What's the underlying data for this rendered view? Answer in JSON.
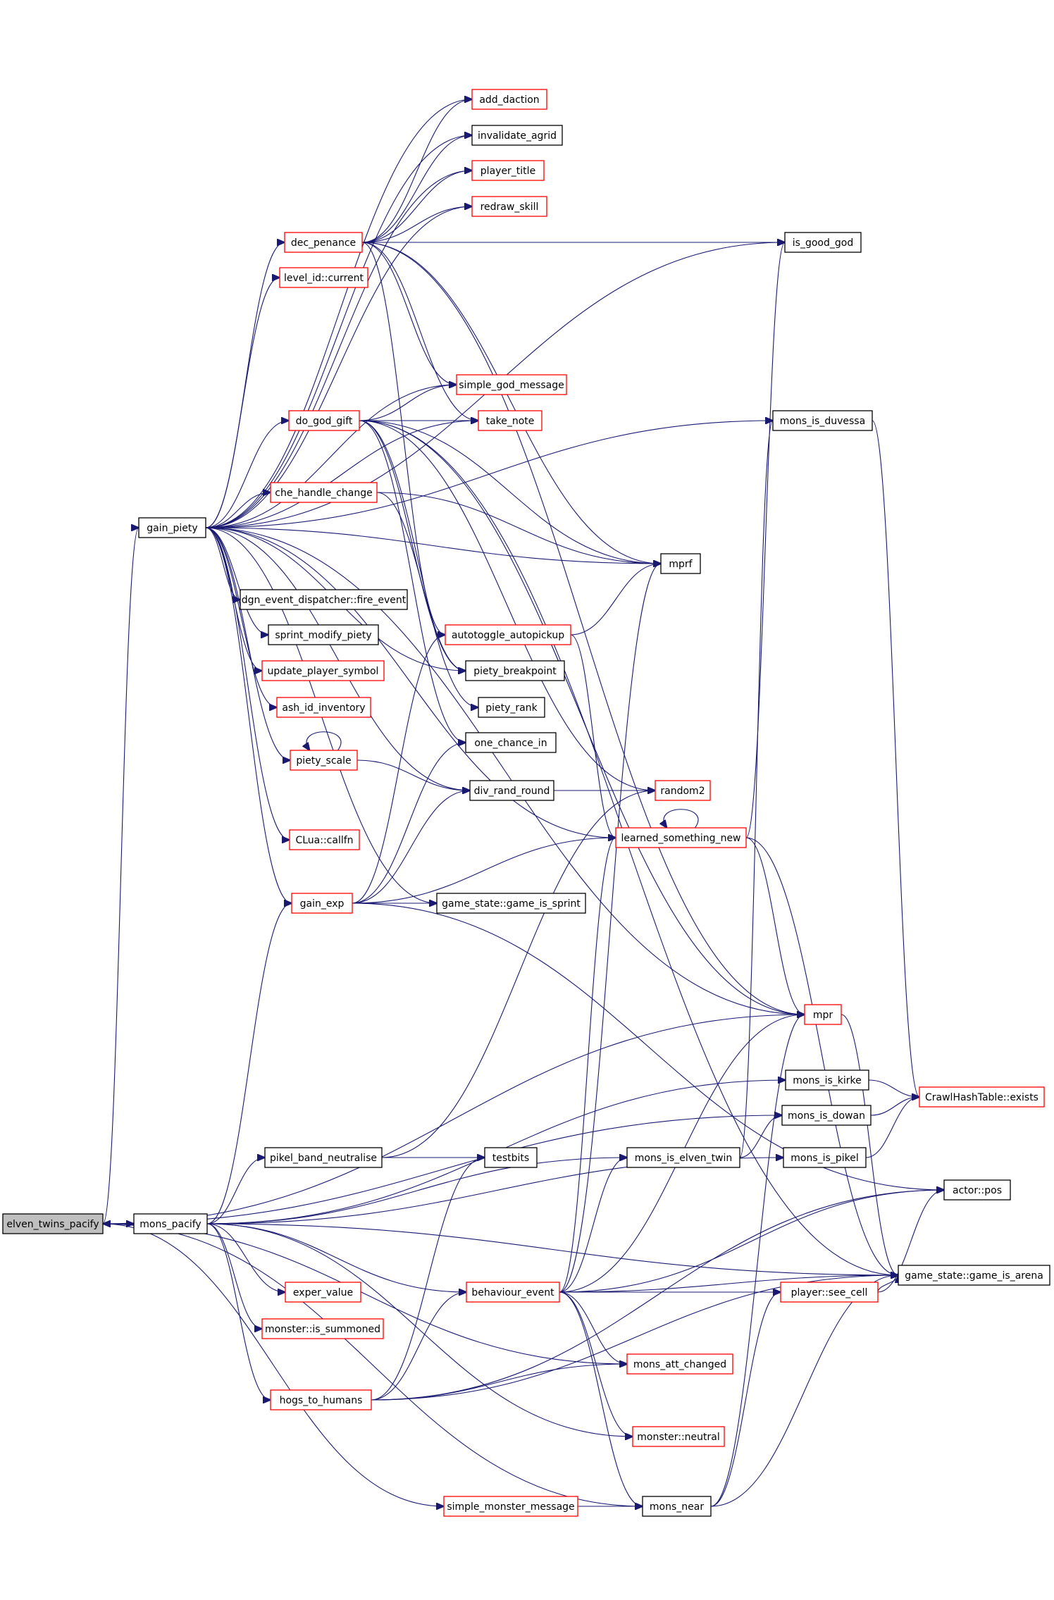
{
  "diagram": {
    "colors": {
      "edge": "#191970",
      "border_default": "#000000",
      "border_link": "#ff0000",
      "root_fill": "#bfbfbf"
    },
    "nodes": [
      {
        "id": "elven_twins_pacify",
        "label": "elven_twins_pacify",
        "style": "root"
      },
      {
        "id": "mons_pacify",
        "label": "mons_pacify",
        "style": "black"
      },
      {
        "id": "gain_piety",
        "label": "gain_piety",
        "style": "black"
      },
      {
        "id": "add_daction",
        "label": "add_daction",
        "style": "red"
      },
      {
        "id": "invalidate_agrid",
        "label": "invalidate_agrid",
        "style": "black"
      },
      {
        "id": "player_title",
        "label": "player_title",
        "style": "red"
      },
      {
        "id": "redraw_skill",
        "label": "redraw_skill",
        "style": "red"
      },
      {
        "id": "dec_penance",
        "label": "dec_penance",
        "style": "red"
      },
      {
        "id": "is_good_god",
        "label": "is_good_god",
        "style": "black"
      },
      {
        "id": "level_id_current",
        "label": "level_id::current",
        "style": "red"
      },
      {
        "id": "simple_god_message",
        "label": "simple_god_message",
        "style": "red"
      },
      {
        "id": "do_god_gift",
        "label": "do_god_gift",
        "style": "red"
      },
      {
        "id": "take_note",
        "label": "take_note",
        "style": "red"
      },
      {
        "id": "mons_is_duvessa",
        "label": "mons_is_duvessa",
        "style": "black"
      },
      {
        "id": "che_handle_change",
        "label": "che_handle_change",
        "style": "red"
      },
      {
        "id": "mprf",
        "label": "mprf",
        "style": "black"
      },
      {
        "id": "dgn_fire_event",
        "label": "dgn_event_dispatcher::fire_event",
        "style": "black"
      },
      {
        "id": "sprint_modify_piety",
        "label": "sprint_modify_piety",
        "style": "black"
      },
      {
        "id": "autotoggle_autopickup",
        "label": "autotoggle_autopickup",
        "style": "red"
      },
      {
        "id": "update_player_symbol",
        "label": "update_player_symbol",
        "style": "red"
      },
      {
        "id": "piety_breakpoint",
        "label": "piety_breakpoint",
        "style": "black"
      },
      {
        "id": "ash_id_inventory",
        "label": "ash_id_inventory",
        "style": "red"
      },
      {
        "id": "piety_rank",
        "label": "piety_rank",
        "style": "black"
      },
      {
        "id": "one_chance_in",
        "label": "one_chance_in",
        "style": "black"
      },
      {
        "id": "piety_scale",
        "label": "piety_scale",
        "style": "red"
      },
      {
        "id": "div_rand_round",
        "label": "div_rand_round",
        "style": "black"
      },
      {
        "id": "random2",
        "label": "random2",
        "style": "red"
      },
      {
        "id": "learned_something_new",
        "label": "learned_something_new",
        "style": "red"
      },
      {
        "id": "clua_callfn",
        "label": "CLua::callfn",
        "style": "red"
      },
      {
        "id": "gain_exp",
        "label": "gain_exp",
        "style": "red"
      },
      {
        "id": "game_is_sprint",
        "label": "game_state::game_is_sprint",
        "style": "black"
      },
      {
        "id": "mpr",
        "label": "mpr",
        "style": "red"
      },
      {
        "id": "mons_is_kirke",
        "label": "mons_is_kirke",
        "style": "black"
      },
      {
        "id": "crawlhashtable_exists",
        "label": "CrawlHashTable::exists",
        "style": "red"
      },
      {
        "id": "mons_is_dowan",
        "label": "mons_is_dowan",
        "style": "black"
      },
      {
        "id": "pikel_band_neutralise",
        "label": "pikel_band_neutralise",
        "style": "black"
      },
      {
        "id": "testbits",
        "label": "testbits",
        "style": "black"
      },
      {
        "id": "mons_is_elven_twin",
        "label": "mons_is_elven_twin",
        "style": "black"
      },
      {
        "id": "mons_is_pikel",
        "label": "mons_is_pikel",
        "style": "black"
      },
      {
        "id": "actor_pos",
        "label": "actor::pos",
        "style": "black"
      },
      {
        "id": "game_is_arena",
        "label": "game_state::game_is_arena",
        "style": "black"
      },
      {
        "id": "exper_value",
        "label": "exper_value",
        "style": "red"
      },
      {
        "id": "behaviour_event",
        "label": "behaviour_event",
        "style": "red"
      },
      {
        "id": "player_see_cell",
        "label": "player::see_cell",
        "style": "red"
      },
      {
        "id": "monster_is_summoned",
        "label": "monster::is_summoned",
        "style": "red"
      },
      {
        "id": "mons_att_changed",
        "label": "mons_att_changed",
        "style": "red"
      },
      {
        "id": "hogs_to_humans",
        "label": "hogs_to_humans",
        "style": "red"
      },
      {
        "id": "monster_neutral",
        "label": "monster::neutral",
        "style": "red"
      },
      {
        "id": "simple_monster_message",
        "label": "simple_monster_message",
        "style": "red"
      },
      {
        "id": "mons_near",
        "label": "mons_near",
        "style": "black"
      }
    ],
    "edges": [
      [
        "elven_twins_pacify",
        "mons_pacify"
      ],
      [
        "elven_twins_pacify",
        "gain_piety"
      ],
      [
        "elven_twins_pacify",
        "mpr"
      ],
      [
        "elven_twins_pacify",
        "mons_is_dowan"
      ],
      [
        "elven_twins_pacify",
        "simple_monster_message"
      ],
      [
        "elven_twins_pacify",
        "mons_near"
      ],
      [
        "elven_twins_pacify",
        "mons_att_changed"
      ],
      [
        "mons_pacify",
        "elven_twins_pacify"
      ],
      [
        "mons_pacify",
        "gain_exp"
      ],
      [
        "mons_pacify",
        "pikel_band_neutralise"
      ],
      [
        "mons_pacify",
        "mons_is_kirke"
      ],
      [
        "mons_pacify",
        "mons_is_elven_twin"
      ],
      [
        "mons_pacify",
        "mons_is_pikel"
      ],
      [
        "mons_pacify",
        "behaviour_event"
      ],
      [
        "mons_pacify",
        "exper_value"
      ],
      [
        "mons_pacify",
        "monster_is_summoned"
      ],
      [
        "mons_pacify",
        "hogs_to_humans"
      ],
      [
        "mons_pacify",
        "monster_neutral"
      ],
      [
        "mons_pacify",
        "game_is_arena"
      ],
      [
        "gain_piety",
        "add_daction"
      ],
      [
        "gain_piety",
        "invalidate_agrid"
      ],
      [
        "gain_piety",
        "player_title"
      ],
      [
        "gain_piety",
        "redraw_skill"
      ],
      [
        "gain_piety",
        "dec_penance"
      ],
      [
        "gain_piety",
        "is_good_god"
      ],
      [
        "gain_piety",
        "level_id_current"
      ],
      [
        "gain_piety",
        "simple_god_message"
      ],
      [
        "gain_piety",
        "do_god_gift"
      ],
      [
        "gain_piety",
        "take_note"
      ],
      [
        "gain_piety",
        "mons_is_duvessa"
      ],
      [
        "gain_piety",
        "che_handle_change"
      ],
      [
        "gain_piety",
        "mprf"
      ],
      [
        "gain_piety",
        "dgn_fire_event"
      ],
      [
        "gain_piety",
        "sprint_modify_piety"
      ],
      [
        "gain_piety",
        "update_player_symbol"
      ],
      [
        "gain_piety",
        "piety_breakpoint"
      ],
      [
        "gain_piety",
        "ash_id_inventory"
      ],
      [
        "gain_piety",
        "piety_scale"
      ],
      [
        "gain_piety",
        "div_rand_round"
      ],
      [
        "gain_piety",
        "clua_callfn"
      ],
      [
        "gain_piety",
        "gain_exp"
      ],
      [
        "gain_piety",
        "game_is_sprint"
      ],
      [
        "gain_piety",
        "learned_something_new"
      ],
      [
        "gain_piety",
        "mpr"
      ],
      [
        "dec_penance",
        "add_daction"
      ],
      [
        "dec_penance",
        "invalidate_agrid"
      ],
      [
        "dec_penance",
        "player_title"
      ],
      [
        "dec_penance",
        "redraw_skill"
      ],
      [
        "dec_penance",
        "is_good_god"
      ],
      [
        "dec_penance",
        "simple_god_message"
      ],
      [
        "dec_penance",
        "take_note"
      ],
      [
        "dec_penance",
        "mprf"
      ],
      [
        "dec_penance",
        "autotoggle_autopickup"
      ],
      [
        "dec_penance",
        "mpr"
      ],
      [
        "do_god_gift",
        "simple_god_message"
      ],
      [
        "do_god_gift",
        "take_note"
      ],
      [
        "do_god_gift",
        "mprf"
      ],
      [
        "do_god_gift",
        "piety_breakpoint"
      ],
      [
        "do_god_gift",
        "piety_rank"
      ],
      [
        "do_god_gift",
        "one_chance_in"
      ],
      [
        "do_god_gift",
        "random2"
      ],
      [
        "do_god_gift",
        "mpr"
      ],
      [
        "do_god_gift",
        "game_is_arena"
      ],
      [
        "che_handle_change",
        "mprf"
      ],
      [
        "che_handle_change",
        "piety_breakpoint"
      ],
      [
        "autotoggle_autopickup",
        "mprf"
      ],
      [
        "autotoggle_autopickup",
        "learned_something_new"
      ],
      [
        "piety_scale",
        "piety_scale"
      ],
      [
        "piety_scale",
        "div_rand_round"
      ],
      [
        "div_rand_round",
        "random2"
      ],
      [
        "learned_something_new",
        "learned_something_new"
      ],
      [
        "learned_something_new",
        "is_good_god"
      ],
      [
        "learned_something_new",
        "mpr"
      ],
      [
        "learned_something_new",
        "game_is_arena"
      ],
      [
        "gain_exp",
        "autotoggle_autopickup"
      ],
      [
        "gain_exp",
        "one_chance_in"
      ],
      [
        "gain_exp",
        "div_rand_round"
      ],
      [
        "gain_exp",
        "game_is_sprint"
      ],
      [
        "gain_exp",
        "learned_something_new"
      ],
      [
        "gain_exp",
        "actor_pos"
      ],
      [
        "mons_is_duvessa",
        "crawlhashtable_exists"
      ],
      [
        "mons_is_kirke",
        "crawlhashtable_exists"
      ],
      [
        "mons_is_dowan",
        "crawlhashtable_exists"
      ],
      [
        "mons_is_pikel",
        "crawlhashtable_exists"
      ],
      [
        "mons_is_elven_twin",
        "mons_is_dowan"
      ],
      [
        "mons_is_elven_twin",
        "mons_is_duvessa"
      ],
      [
        "pikel_band_neutralise",
        "testbits"
      ],
      [
        "pikel_band_neutralise",
        "random2"
      ],
      [
        "mpr",
        "game_is_arena"
      ],
      [
        "behaviour_event",
        "mprf"
      ],
      [
        "behaviour_event",
        "learned_something_new"
      ],
      [
        "behaviour_event",
        "mons_is_elven_twin"
      ],
      [
        "behaviour_event",
        "actor_pos"
      ],
      [
        "behaviour_event",
        "game_is_arena"
      ],
      [
        "behaviour_event",
        "player_see_cell"
      ],
      [
        "behaviour_event",
        "mons_att_changed"
      ],
      [
        "behaviour_event",
        "monster_neutral"
      ],
      [
        "behaviour_event",
        "mons_near"
      ],
      [
        "behaviour_event",
        "mpr"
      ],
      [
        "player_see_cell",
        "actor_pos"
      ],
      [
        "player_see_cell",
        "game_is_arena"
      ],
      [
        "hogs_to_humans",
        "behaviour_event"
      ],
      [
        "hogs_to_humans",
        "mons_att_changed"
      ],
      [
        "hogs_to_humans",
        "testbits"
      ],
      [
        "hogs_to_humans",
        "actor_pos"
      ],
      [
        "hogs_to_humans",
        "game_is_arena"
      ],
      [
        "simple_monster_message",
        "mons_near"
      ],
      [
        "mons_near",
        "player_see_cell"
      ],
      [
        "mons_near",
        "game_is_arena"
      ],
      [
        "mons_near",
        "mpr"
      ]
    ]
  }
}
